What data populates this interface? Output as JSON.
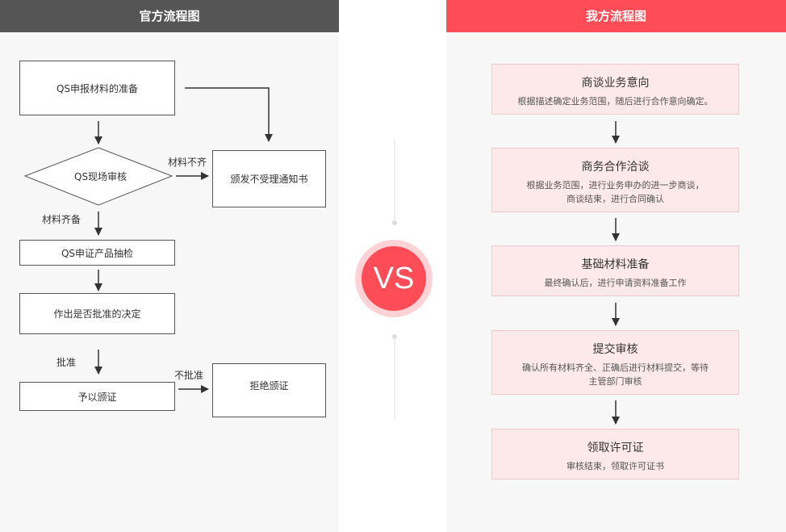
{
  "left": {
    "title": "官方流程图",
    "nodes": {
      "prepare": "QS申报材料的准备",
      "review": "QS现场审核",
      "reject_notice": "颁发不受理通知书",
      "inspect": "QS申证产品抽检",
      "decide": "作出是否批准的决定",
      "issue": "予以颁证",
      "refuse": "拒绝颁证"
    },
    "labels": {
      "incomplete": "材料不齐",
      "complete": "材料齐备",
      "approve": "批准",
      "not_approve": "不批准"
    }
  },
  "vs": "VS",
  "right": {
    "title": "我方流程图",
    "steps": [
      {
        "title": "商谈业务意向",
        "desc": [
          "根据描述确定业务范围，随后进行合作意向确定。"
        ]
      },
      {
        "title": "商务合作洽谈",
        "desc": [
          "根据业务范围，进行业务申办的进一步商谈，",
          "商谈结束，进行合同确认"
        ]
      },
      {
        "title": "基础材料准备",
        "desc": [
          "最终确认后，进行申请资料准备工作"
        ]
      },
      {
        "title": "提交审核",
        "desc": [
          "确认所有材料齐全、正确后进行材料提交，等待",
          "主管部门审核"
        ]
      },
      {
        "title": "领取许可证",
        "desc": [
          "审核结束，领取许可证书"
        ]
      }
    ]
  },
  "colors": {
    "left_header": "#555555",
    "right_header": "#ff4d57",
    "step_bg": "#fde9ea",
    "vs": "#ff4d57"
  }
}
